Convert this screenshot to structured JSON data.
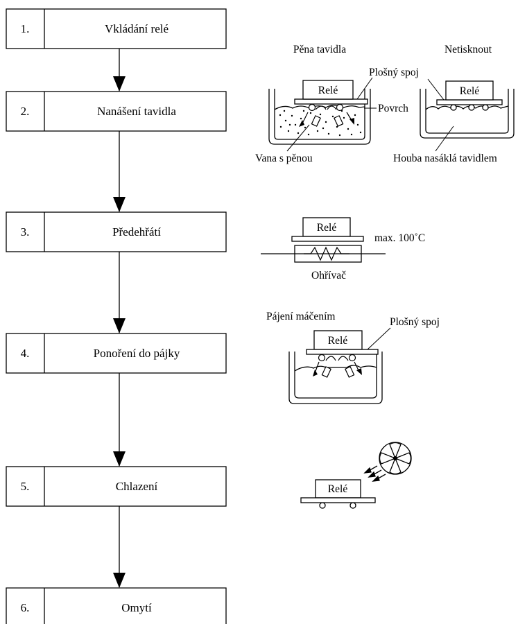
{
  "steps": [
    {
      "number": "1.",
      "label": "Vkládání relé"
    },
    {
      "number": "2.",
      "label": "Nanášení tavidla"
    },
    {
      "number": "3.",
      "label": "Předehřátí"
    },
    {
      "number": "4.",
      "label": "Ponoření do pájky"
    },
    {
      "number": "5.",
      "label": "Chlazení"
    },
    {
      "number": "6.",
      "label": "Omytí"
    }
  ],
  "flux": {
    "foam_title": "Pěna tavidla",
    "no_press_title": "Netisknout",
    "relay": "Relé",
    "pcb": "Plošný spoj",
    "surface": "Povrch",
    "foam_tank": "Vana s pěnou",
    "sponge": "Houba nasáklá tavidlem"
  },
  "preheat": {
    "relay": "Relé",
    "max_temp": "max. 100˚C",
    "heater": "Ohřívač"
  },
  "dip": {
    "title": "Pájení máčením",
    "relay": "Relé",
    "pcb": "Plošný spoj"
  },
  "cooling": {
    "relay": "Relé"
  },
  "colors": {
    "line": "#000000",
    "background": "#ffffff"
  }
}
